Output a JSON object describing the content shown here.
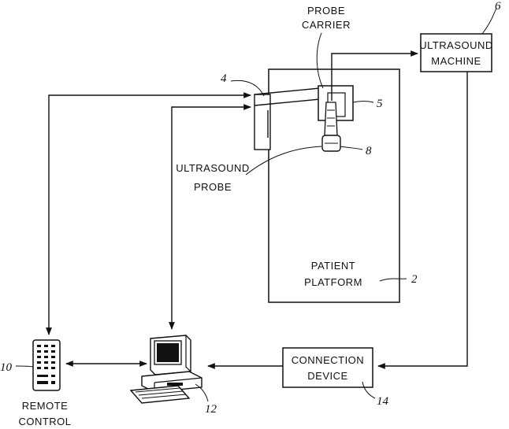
{
  "labels": {
    "probe_carrier_1": "PROBE",
    "probe_carrier_2": "CARRIER",
    "ultrasound_machine_1": "ULTRASOUND",
    "ultrasound_machine_2": "MACHINE",
    "ultrasound_probe_1": "ULTRASOUND",
    "ultrasound_probe_2": "PROBE",
    "patient_platform_1": "PATIENT",
    "patient_platform_2": "PLATFORM",
    "connection_device_1": "CONNECTION",
    "connection_device_2": "DEVICE",
    "remote_control_1": "REMOTE",
    "remote_control_2": "CONTROL"
  },
  "refs": {
    "ultrasound_machine": "6",
    "arm": "4",
    "probe_carrier": "5",
    "probe": "8",
    "platform": "2",
    "remote": "10",
    "computer": "12",
    "connection": "14"
  }
}
